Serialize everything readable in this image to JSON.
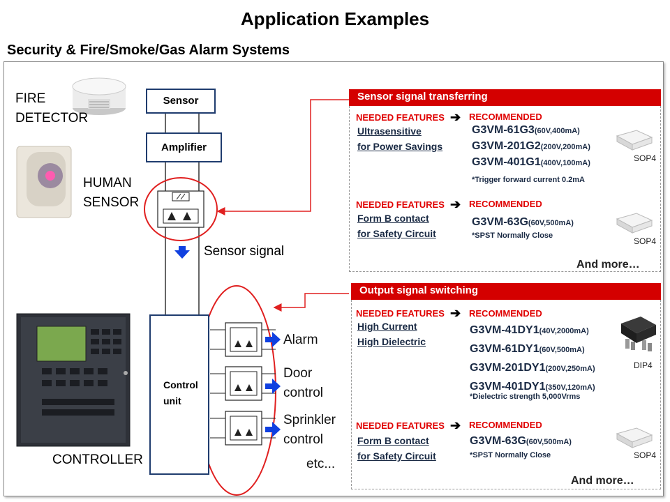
{
  "title": "Application Examples",
  "subtitle": "Security & Fire/Smoke/Gas Alarm Systems",
  "devices": {
    "fire_detector": [
      "FIRE",
      "DETECTOR"
    ],
    "human_sensor": [
      "HUMAN",
      "SENSOR"
    ],
    "controller": "CONTROLLER"
  },
  "blocks": {
    "sensor": "Sensor",
    "amplifier": "Amplifier",
    "control_unit": [
      "Control",
      "unit"
    ],
    "sensor_signal": "Sensor signal"
  },
  "outputs": [
    {
      "lines": [
        "Alarm"
      ]
    },
    {
      "lines": [
        "Door",
        "control"
      ]
    },
    {
      "lines": [
        "Sprinkler",
        "control"
      ]
    }
  ],
  "outputs_more": "etc...",
  "panels": [
    {
      "header": "Sensor signal transferring",
      "groups": [
        {
          "needed": "NEEDED FEATURES",
          "recommended": "RECOMMENDED",
          "features": [
            "Ultrasensitive",
            "for Power Savings"
          ],
          "parts": [
            {
              "name": "G3VM-61G3",
              "spec": "(60V,400mA)"
            },
            {
              "name": "G3VM-201G2",
              "spec": "(200V,200mA)"
            },
            {
              "name": "G3VM-401G1",
              "spec": "(400V,100mA)"
            }
          ],
          "note": "*Trigger forward current 0.2mA",
          "package": "SOP4"
        },
        {
          "needed": "NEEDED FEATURES",
          "recommended": "RECOMMENDED",
          "features": [
            "Form B contact",
            "for Safety Circuit"
          ],
          "parts": [
            {
              "name": "G3VM-63G",
              "spec": "(60V,500mA)"
            }
          ],
          "note": "*SPST Normally Close",
          "package": "SOP4"
        }
      ],
      "more": "And more…"
    },
    {
      "header": "Output signal switching",
      "groups": [
        {
          "needed": "NEEDED FEATURES",
          "recommended": "RECOMMENDED",
          "features": [
            "High Current",
            "High Dielectric"
          ],
          "parts": [
            {
              "name": "G3VM-41DY1",
              "spec": "(40V,2000mA)"
            },
            {
              "name": "G3VM-61DY1",
              "spec": "(60V,500mA)"
            },
            {
              "name": "G3VM-201DY1",
              "spec": "(200V,250mA)"
            },
            {
              "name": "G3VM-401DY1",
              "spec": "(350V,120mA)"
            }
          ],
          "note": "*Dielectric strength 5,000Vrms",
          "package": "DIP4"
        },
        {
          "needed": "NEEDED FEATURES",
          "recommended": "RECOMMENDED",
          "features": [
            "Form B contact",
            "for Safety Circuit"
          ],
          "parts": [
            {
              "name": "G3VM-63G",
              "spec": "(60V,500mA)"
            }
          ],
          "note": "*SPST Normally Close",
          "package": "SOP4"
        }
      ],
      "more": "And more…"
    }
  ],
  "colors": {
    "accent_red": "#d40000",
    "box_border": "#1f3c6e",
    "arrow_blue": "#1040e0",
    "text_dark": "#1a2a44"
  }
}
